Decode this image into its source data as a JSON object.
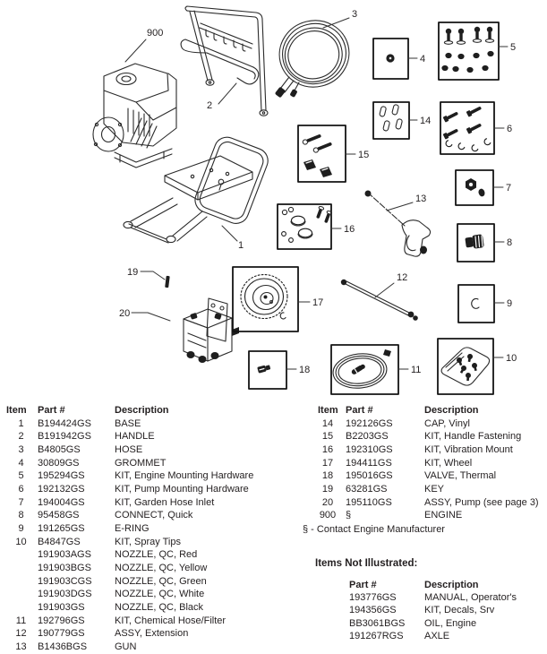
{
  "diagram": {
    "callouts": {
      "engine": "900",
      "base": "1",
      "handle": "2",
      "hose": "3",
      "grommet": "4",
      "engine_mounting": "5",
      "pump_mounting": "6",
      "hose_inlet": "7",
      "quick_connect": "8",
      "e_ring": "9",
      "spray_tips": "10",
      "chemical_hose": "11",
      "extension": "12",
      "gun": "13",
      "vinyl_cap": "14",
      "handle_fastening": "15",
      "vibration_mount": "16",
      "wheel": "17",
      "thermal_valve": "18",
      "key": "19",
      "pump": "20"
    }
  },
  "left_table": {
    "headers": {
      "item": "Item",
      "part": "Part #",
      "desc": "Description"
    },
    "rows": [
      {
        "item": "1",
        "part": "B194424GS",
        "desc": "BASE"
      },
      {
        "item": "2",
        "part": "B191942GS",
        "desc": "HANDLE"
      },
      {
        "item": "3",
        "part": "B4805GS",
        "desc": "HOSE"
      },
      {
        "item": "4",
        "part": "30809GS",
        "desc": "GROMMET"
      },
      {
        "item": "5",
        "part": "195294GS",
        "desc": "KIT, Engine Mounting Hardware"
      },
      {
        "item": "6",
        "part": "192132GS",
        "desc": "KIT, Pump Mounting Hardware"
      },
      {
        "item": "7",
        "part": "194004GS",
        "desc": "KIT, Garden Hose Inlet"
      },
      {
        "item": "8",
        "part": "95458GS",
        "desc": "CONNECT, Quick"
      },
      {
        "item": "9",
        "part": "191265GS",
        "desc": "E-RING"
      },
      {
        "item": "10",
        "part": "B4847GS",
        "desc": "KIT, Spray Tips"
      },
      {
        "item": "",
        "part": "191903AGS",
        "desc": "NOZZLE, QC, Red"
      },
      {
        "item": "",
        "part": "191903BGS",
        "desc": "NOZZLE, QC, Yellow"
      },
      {
        "item": "",
        "part": "191903CGS",
        "desc": "NOZZLE, QC, Green"
      },
      {
        "item": "",
        "part": "191903DGS",
        "desc": "NOZZLE, QC, White"
      },
      {
        "item": "",
        "part": "191903GS",
        "desc": "NOZZLE, QC, Black"
      },
      {
        "item": "11",
        "part": "192796GS",
        "desc": "KIT, Chemical Hose/Filter"
      },
      {
        "item": "12",
        "part": "190779GS",
        "desc": "ASSY, Extension"
      },
      {
        "item": "13",
        "part": "B1436BGS",
        "desc": "GUN"
      }
    ]
  },
  "right_table": {
    "headers": {
      "item": "Item",
      "part": "Part #",
      "desc": "Description"
    },
    "rows": [
      {
        "item": "14",
        "part": "192126GS",
        "desc": "CAP, Vinyl"
      },
      {
        "item": "15",
        "part": "B2203GS",
        "desc": "KIT, Handle Fastening"
      },
      {
        "item": "16",
        "part": "192310GS",
        "desc": "KIT, Vibration Mount"
      },
      {
        "item": "17",
        "part": "194411GS",
        "desc": "KIT, Wheel"
      },
      {
        "item": "18",
        "part": "195016GS",
        "desc": "VALVE, Thermal"
      },
      {
        "item": "19",
        "part": "63281GS",
        "desc": "KEY"
      },
      {
        "item": "20",
        "part": "195110GS",
        "desc": "ASSY, Pump (see page 3)"
      },
      {
        "item": "900",
        "part": "§",
        "desc": "ENGINE"
      }
    ],
    "footnote": "§ - Contact Engine Manufacturer"
  },
  "not_illustrated": {
    "title": "Items Not Illustrated:",
    "headers": {
      "part": "Part #",
      "desc": "Description"
    },
    "rows": [
      {
        "part": "193776GS",
        "desc": "MANUAL, Operator's"
      },
      {
        "part": "194356GS",
        "desc": "KIT, Decals, Srv"
      },
      {
        "part": "BB3061BGS",
        "desc": "OIL, Engine"
      },
      {
        "part": "191267RGS",
        "desc": "AXLE"
      }
    ]
  }
}
